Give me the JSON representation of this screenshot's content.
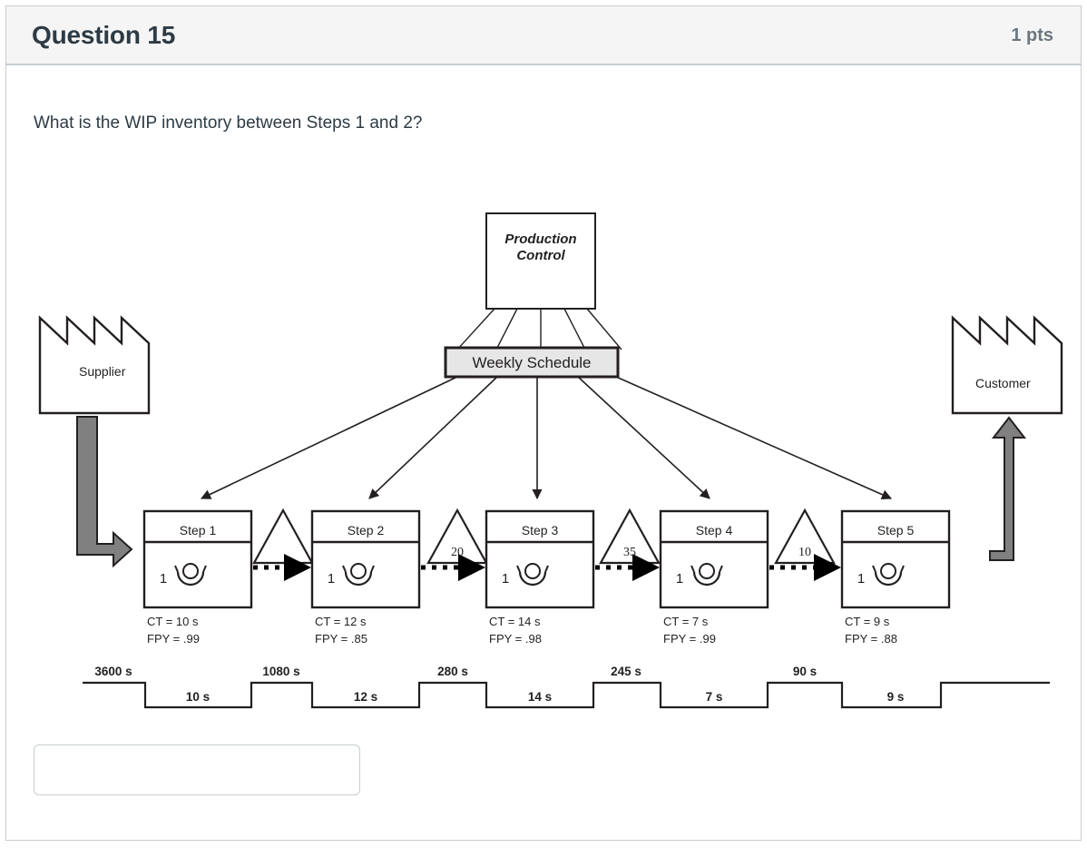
{
  "header": {
    "title": "Question 15",
    "points": "1 pts"
  },
  "question": {
    "prompt": "What is the WIP inventory between Steps 1 and 2?",
    "answer_value": "",
    "answer_placeholder": ""
  },
  "diagram": {
    "production_control": {
      "line1": "Production",
      "line2": "Control"
    },
    "schedule_banner": "Weekly Schedule",
    "supplier": "Supplier",
    "customer": "Customer",
    "steps": [
      {
        "name": "Step 1",
        "operators": "1",
        "ct": "CT = 10 s",
        "fpy": "FPY = .99"
      },
      {
        "name": "Step 2",
        "operators": "1",
        "ct": "CT = 12 s",
        "fpy": "FPY = .85"
      },
      {
        "name": "Step 3",
        "operators": "1",
        "ct": "CT = 14 s",
        "fpy": "FPY = .98"
      },
      {
        "name": "Step 4",
        "operators": "1",
        "ct": "CT = 7 s",
        "fpy": "FPY = .99"
      },
      {
        "name": "Step 5",
        "operators": "1",
        "ct": "CT = 9 s",
        "fpy": "FPY = .88"
      }
    ],
    "inventory_triangles": [
      {
        "label": ""
      },
      {
        "label": "20"
      },
      {
        "label": "35"
      },
      {
        "label": "10"
      }
    ],
    "timeline": {
      "lead_times": [
        "3600 s",
        "1080 s",
        "280 s",
        "245 s",
        "90 s"
      ],
      "process_times": [
        "10 s",
        "12 s",
        "14 s",
        "7 s",
        "9 s"
      ]
    }
  },
  "colors": {
    "header_bg": "#f5f5f5",
    "border": "#c7cdd1",
    "text": "#2d3b45",
    "points_text": "#6b7780",
    "diagram_stroke": "#231f20",
    "material_arrow": "#7f7f7f",
    "banner_fill": "#e6e6e6"
  }
}
